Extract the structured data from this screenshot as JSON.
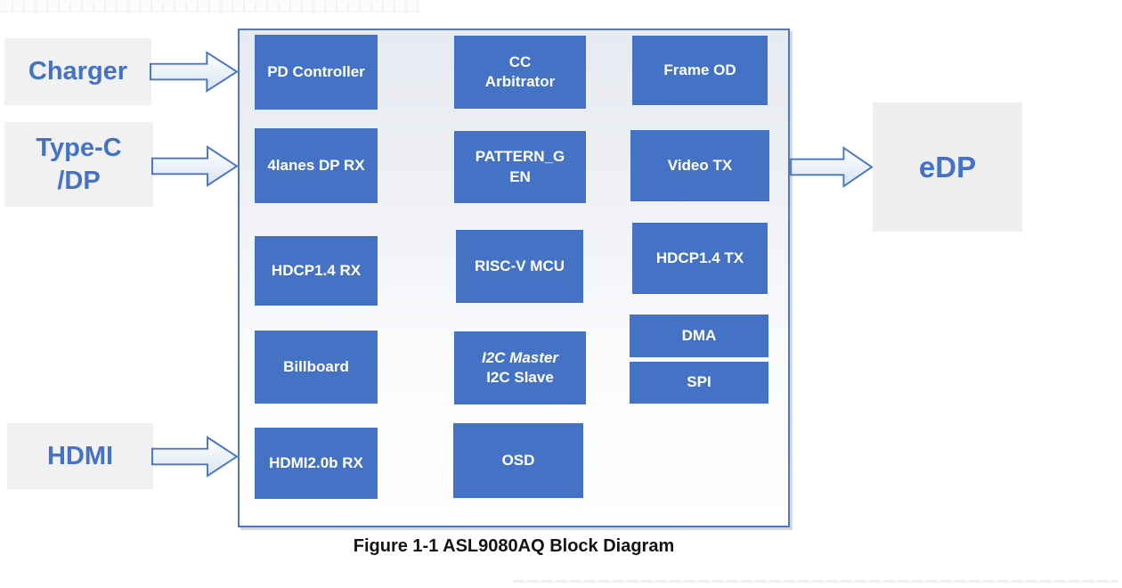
{
  "figure": {
    "caption": "Figure 1-1 ASL9080AQ Block Diagram"
  },
  "inputs": {
    "charger": "Charger",
    "type_c_dp": "Type-C\n/DP",
    "hdmi": "HDMI"
  },
  "outputs": {
    "edp": "eDP"
  },
  "chip": {
    "blocks": {
      "pd_controller": "PD Controller",
      "cc_arbitrator": "CC\nArbitrator",
      "frame_od": "Frame OD",
      "dp_rx_4lanes": "4lanes DP RX",
      "pattern_gen": "PATTERN_G\nEN",
      "video_tx": "Video TX",
      "hdcp14_rx": "HDCP1.4 RX",
      "riscv_mcu": "RISC-V MCU",
      "hdcp14_tx": "HDCP1.4 TX",
      "billboard": "Billboard",
      "i2c_master": "I2C Master",
      "i2c_slave": "I2C Slave",
      "dma": "DMA",
      "spi": "SPI",
      "hdmi20b_rx": "HDMI2.0b RX",
      "osd": "OSD"
    }
  },
  "colors": {
    "block_blue": "#4472c4",
    "chip_border_blue": "#4d78c4",
    "label_text_blue": "#4472c4",
    "external_box_gray": "#f1f1f2",
    "block_text_white": "#ffffff",
    "caption_black": "#141414"
  }
}
